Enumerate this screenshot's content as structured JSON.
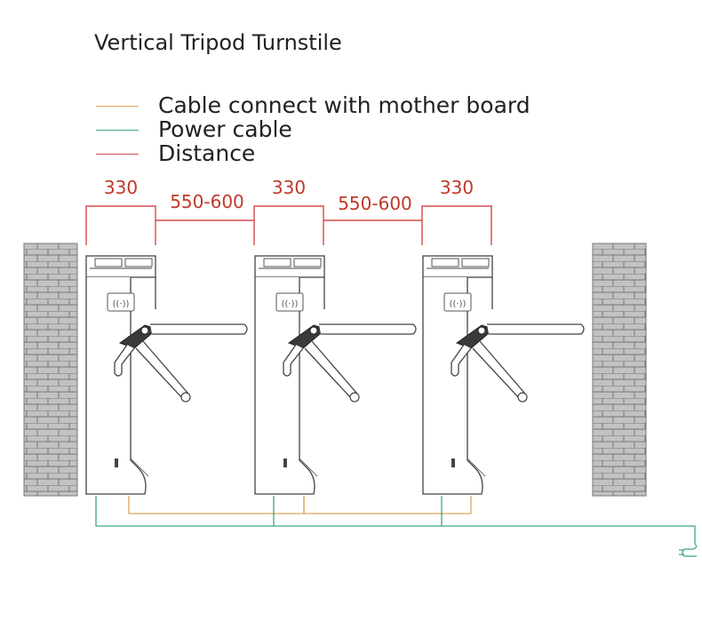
{
  "title": "Vertical Tripod Turnstile",
  "legend": [
    {
      "label": "Cable connect with mother board",
      "color": "#e0a35e"
    },
    {
      "label": "Power cable",
      "color": "#3fa67a"
    },
    {
      "label": "Distance",
      "color": "#d34a4a"
    }
  ],
  "dimensions": {
    "unit_width": "330",
    "gap": "550-600"
  },
  "colors": {
    "dimension": "#c0392b",
    "outline": "#444444",
    "wall": "#bfbfbf",
    "wall_mortar": "#7a7a7a"
  }
}
